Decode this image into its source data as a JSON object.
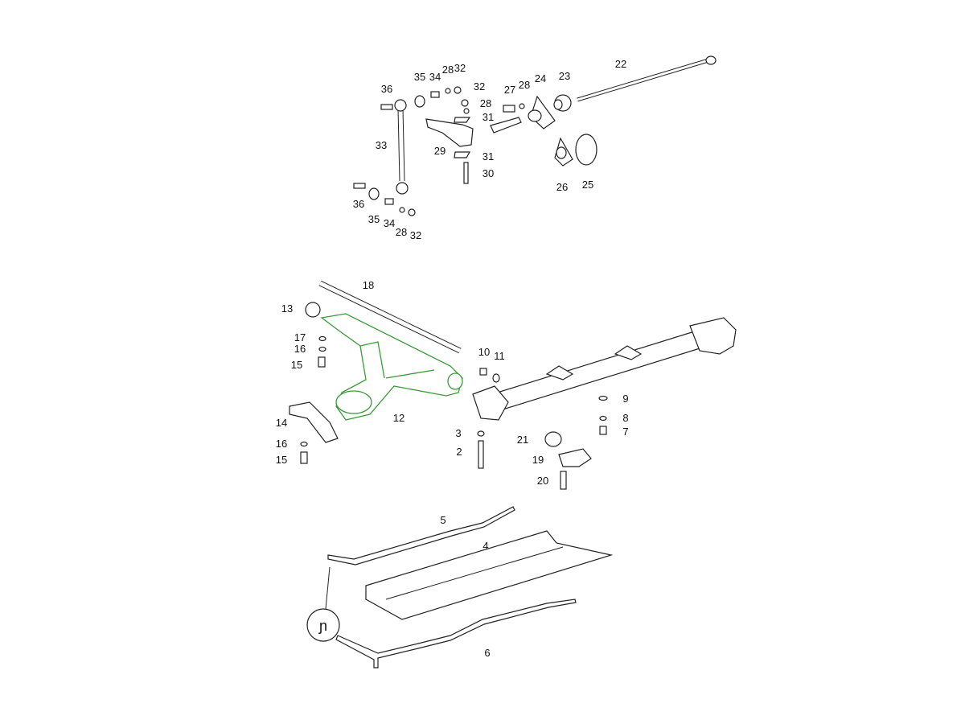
{
  "diagram": {
    "highlight_color": "#3a9a3a",
    "callouts": [
      "22",
      "23",
      "24",
      "27",
      "28",
      "32",
      "28",
      "34",
      "35",
      "32",
      "28",
      "31",
      "36",
      "33",
      "29",
      "31",
      "30",
      "26",
      "25",
      "36",
      "35",
      "34",
      "28",
      "32",
      "18",
      "13",
      "17",
      "16",
      "15",
      "10",
      "11",
      "12",
      "9",
      "8",
      "7",
      "14",
      "3",
      "21",
      "16",
      "2",
      "15",
      "19",
      "20",
      "5",
      "4",
      "6"
    ],
    "detail_marker": "ɲ"
  }
}
